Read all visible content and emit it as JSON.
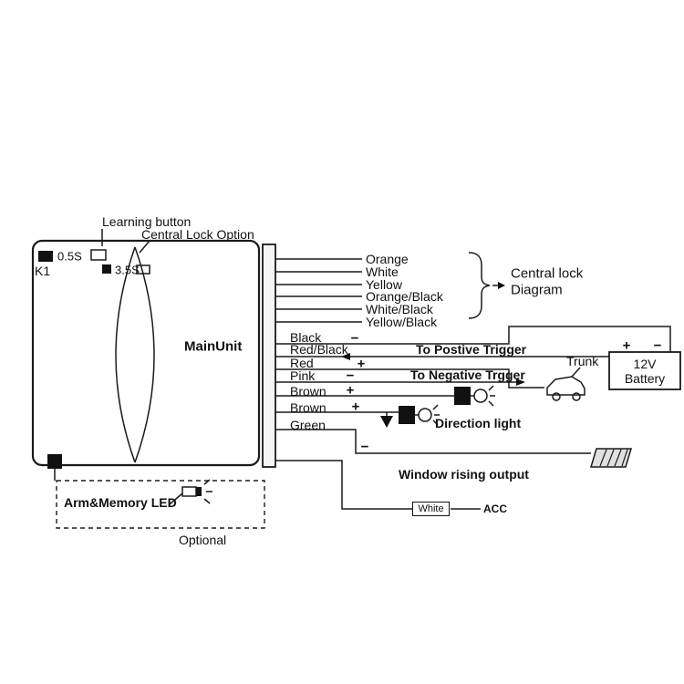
{
  "unit": {
    "main_label": "MainUnit",
    "k1": "K1",
    "timer_short": "0.5S",
    "timer_long": "3.5S",
    "learning_button": "Learning button",
    "central_lock_option": "Central Lock Option"
  },
  "optional_box": {
    "label": "Arm&Memory LED",
    "caption": "Optional"
  },
  "lock_wires": [
    "Orange",
    "White",
    "Yellow",
    "Orange/Black",
    "White/Black",
    "Yellow/Black"
  ],
  "main_wires": [
    "Black",
    "Red/Black",
    "Red",
    "Pink",
    "Brown",
    "Brown",
    "Green"
  ],
  "annotations": {
    "central_lock_line1": "Central lock",
    "central_lock_line2": "Diagram",
    "positive_trigger": "To Postive Trigger",
    "negative_trigger": "To Negative Trgger",
    "direction_light": "Direction light",
    "window_output": "Window rising output",
    "trunk": "Trunk",
    "battery_line1": "12V",
    "battery_line2": "Battery",
    "white_tag": "White",
    "acc": "ACC",
    "plus": "+",
    "minus": "−"
  },
  "colors": {
    "ink": "#1a1a1a",
    "background": "#ffffff"
  }
}
